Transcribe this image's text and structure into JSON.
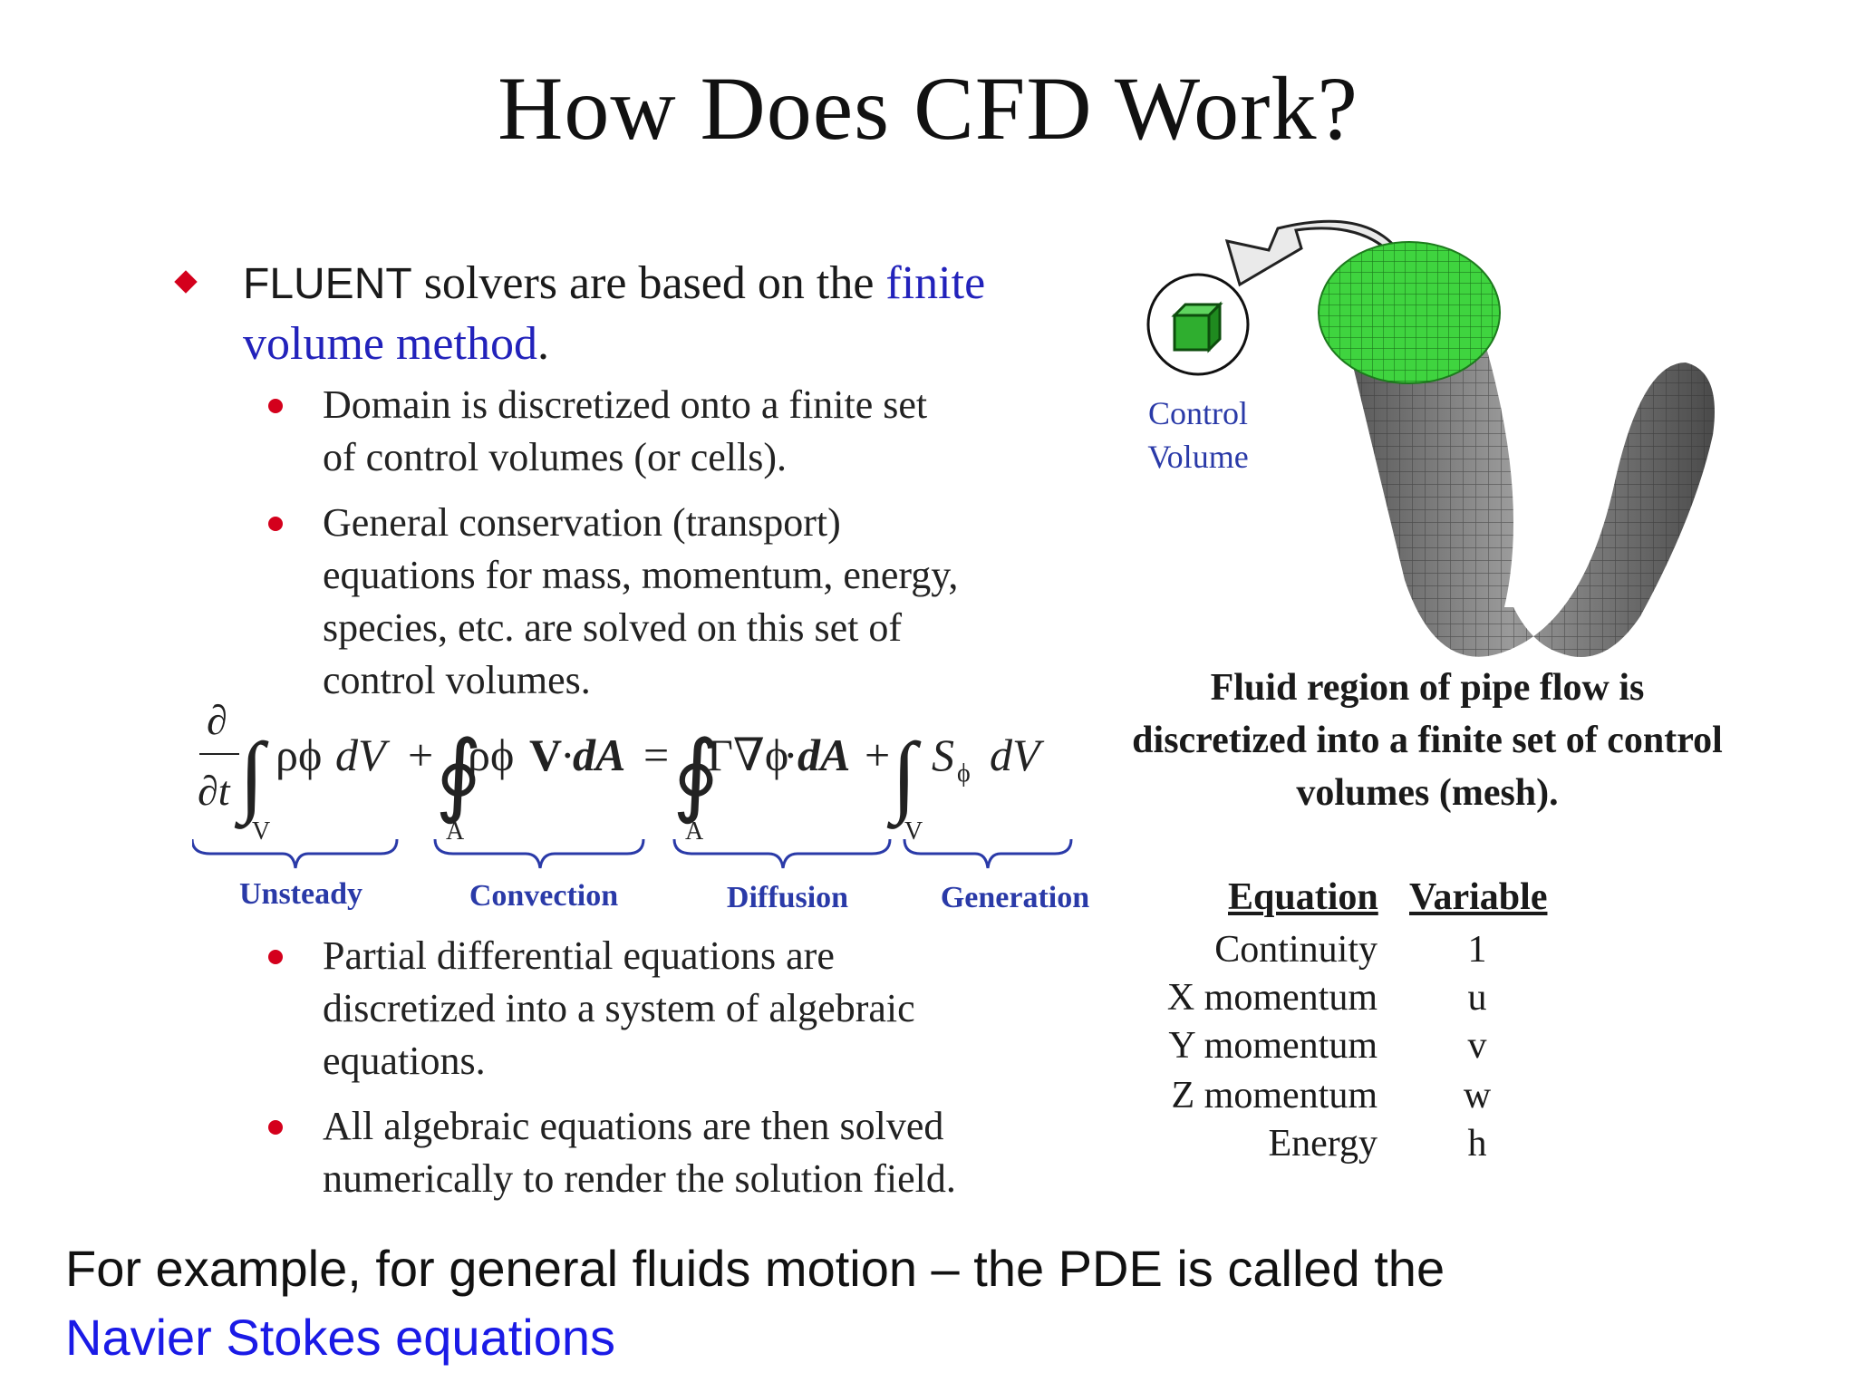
{
  "title": "How Does CFD Work?",
  "main_bullet": {
    "lead": "FLUENT",
    "text": " solvers are based on the ",
    "link_line1": "finite",
    "link_line2": "volume method",
    "tail": "."
  },
  "sub_bullets": [
    [
      "Domain is discretized onto a finite set",
      "of control volumes (or cells)."
    ],
    [
      "General conservation (transport)",
      "equations for mass, momentum, energy,",
      "species, etc. are solved on this set of",
      "control volumes."
    ],
    [
      "Partial differential equations are",
      "discretized into a system of algebraic",
      "equations."
    ],
    [
      "All algebraic equations are then solved",
      "numerically to render the solution field."
    ]
  ],
  "equation": {
    "partial": "∂",
    "dt": "∂t",
    "integral": "∫",
    "contour": "∮",
    "rho_phi": "ρϕ",
    "dV": "dV",
    "plus": "+",
    "V_vec": "V",
    "dot": "·",
    "dA": "dA",
    "equals": "=",
    "gamma_grad": "Γ∇ϕ",
    "S": "S",
    "S_sub": "ϕ",
    "limit_V": "V",
    "limit_A": "A",
    "labels": [
      "Unsteady",
      "Convection",
      "Diffusion",
      "Generation"
    ]
  },
  "control_volume_label": [
    "Control",
    "Volume"
  ],
  "caption": [
    "Fluid region of pipe flow is",
    "discretized into a finite set of control",
    "volumes (mesh)."
  ],
  "table": {
    "headers": [
      "Equation",
      "Variable"
    ],
    "rows": [
      {
        "equation": "Continuity",
        "variable": "1"
      },
      {
        "equation": "X momentum",
        "variable": "u"
      },
      {
        "equation": "Y momentum",
        "variable": "v"
      },
      {
        "equation": "Z momentum",
        "variable": "w"
      },
      {
        "equation": "Energy",
        "variable": "h"
      }
    ]
  },
  "footer": {
    "text": "For example, for general fluids motion – the PDE is called the",
    "link": "Navier Stokes equations"
  },
  "colors": {
    "bullet_red": "#d4001c",
    "link_blue": "#2222bb",
    "label_blue": "#2a3aa8",
    "mesh_green": "#3fd43f",
    "pipe_gray": "#7a7a7a"
  }
}
